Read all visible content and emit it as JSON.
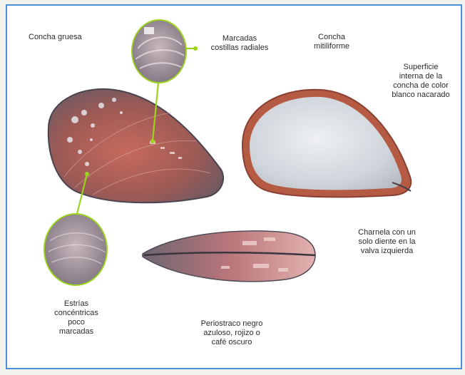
{
  "labels": {
    "shell_thick": "Concha gruesa",
    "radial_ribs": "Marcadas\ncostillas radiales",
    "mytiliform": "Concha\nmitiliforme",
    "inner_surface": "Superficie\ninterna de la\nconcha de color\nblanco nacarado",
    "hinge": "Charnela con un\nsolo diente en la\nvalva izquierda",
    "concentric": "Estrías\nconcéntricas\npoco\nmarcadas",
    "periostracum": "Periostraco negro\nazuloso, rojizo o\ncafé oscuro"
  },
  "colors": {
    "frame_border": "#4a8fd6",
    "callout_line": "#9bd31c",
    "shell_red": "#b9594a",
    "nacre": "#d7dbe0"
  }
}
